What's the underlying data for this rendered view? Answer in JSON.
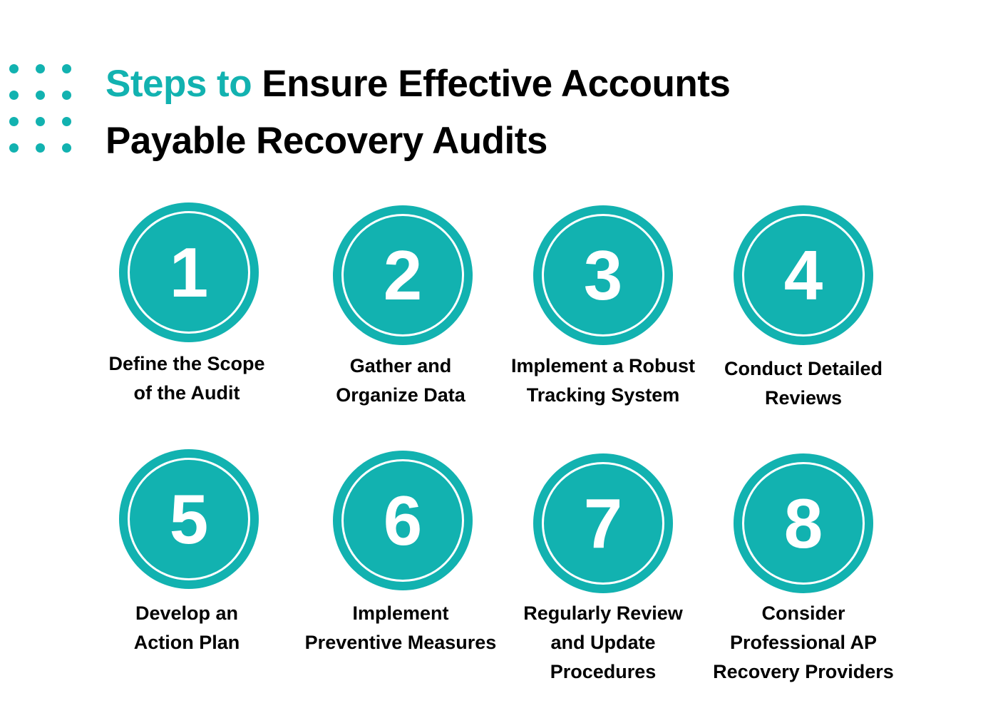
{
  "title": {
    "accent": "Steps to",
    "rest_line1": "Ensure Effective Accounts",
    "line2": "Payable Recovery Audits"
  },
  "colors": {
    "accent": "#12b2b0",
    "text": "#000000",
    "background": "#ffffff"
  },
  "decoration": {
    "dot_grid": {
      "rows": 4,
      "cols": 3,
      "icon": "dot-grid-icon"
    }
  },
  "steps": [
    {
      "number": "1",
      "label": "Define the Scope\nof the Audit"
    },
    {
      "number": "2",
      "label": "Gather and\nOrganize Data"
    },
    {
      "number": "3",
      "label": "Implement a Robust\nTracking System"
    },
    {
      "number": "4",
      "label": "Conduct Detailed\nReviews"
    },
    {
      "number": "5",
      "label": "Develop an\nAction Plan"
    },
    {
      "number": "6",
      "label": "Implement\nPreventive Measures"
    },
    {
      "number": "7",
      "label": "Regularly Review\nand Update\nProcedures"
    },
    {
      "number": "8",
      "label": "Consider\nProfessional AP\nRecovery Providers"
    }
  ]
}
